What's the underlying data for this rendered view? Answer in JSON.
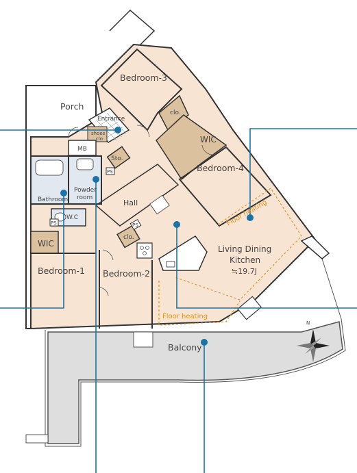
{
  "colors": {
    "wall": "#333333",
    "room_fill": "#f8e4d3",
    "storage_fill": "#dcc19e",
    "wet_fill": "#e2e8f0",
    "balcony_fill": "#dedede",
    "floor_heating": "#e8931f",
    "leader": "#1a73a8"
  },
  "rooms": {
    "bedroom3": "Bedroom-3",
    "bedroom4": "Bedroom-4",
    "bedroom1": "Bedroom-1",
    "bedroom2": "Bedroom-2",
    "porch": "Porch",
    "entrance": "Entrance",
    "shoes_clo_1": "shoes",
    "shoes_clo_2": "clo",
    "mb": "MB",
    "sto": "Sto.",
    "wic_upper": "WIC",
    "wic_lower": "WIC",
    "clo_upper": "clo.",
    "clo_lower": "clo.",
    "bathroom": "Bathroom",
    "powder_1": "Powder",
    "powder_2": "room",
    "wc": "W.C",
    "ps_1": "PS",
    "ps_2": "PS",
    "ps_3": "PS",
    "hall": "Hall",
    "ldk_1": "Living Dining",
    "ldk_2": "Kitchen",
    "ldk_area": "≒19.7J",
    "balcony": "Balcony",
    "floor_heating_1": "Floor heating",
    "floor_heating_2": "Floor heating"
  },
  "compass": {
    "north": "N",
    "icon": "compass-rose-icon"
  }
}
